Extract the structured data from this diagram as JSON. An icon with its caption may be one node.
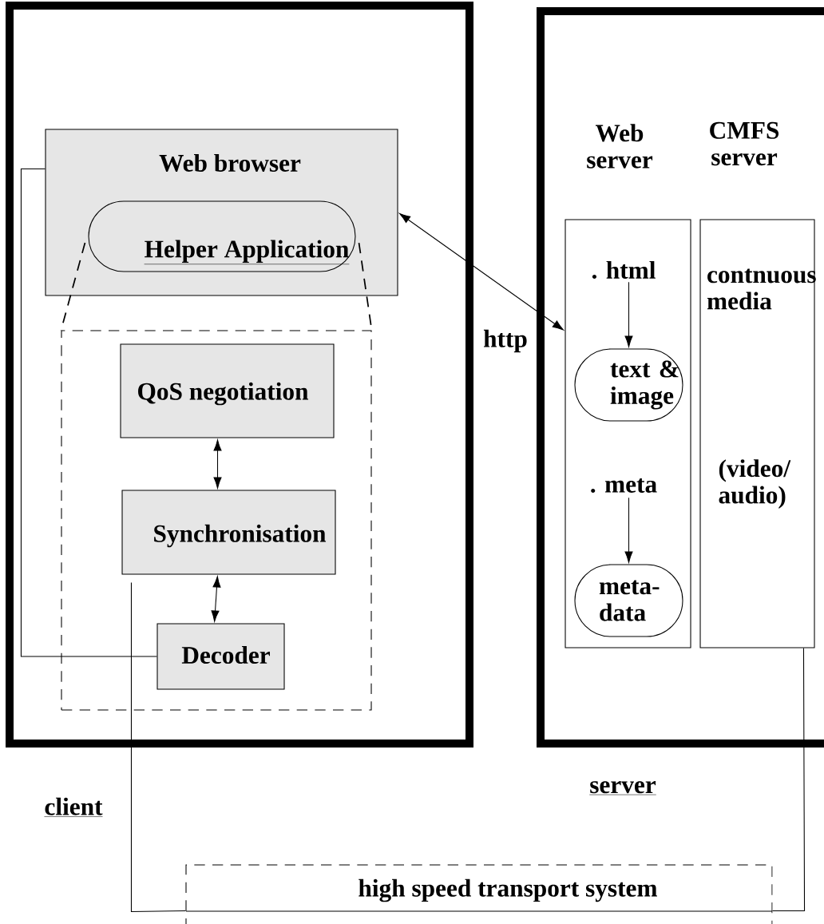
{
  "diagram": {
    "nodes": [
      {
        "text": [
          "client"
        ]
      },
      {
        "text": [
          "Web browser"
        ],
        "in": 0
      },
      {
        "text": [
          "Helper Application"
        ],
        "in": 1
      },
      {
        "text": [],
        "shape": "box",
        "in": 0
      },
      {
        "text": [
          "QoS negotiation"
        ],
        "in": 3
      },
      {
        "text": [
          "Synchronisation"
        ],
        "in": 3
      },
      {
        "text": [
          "Decoder"
        ],
        "in": 3
      },
      {
        "text": [
          "server"
        ]
      },
      {
        "text": [
          "Web server"
        ],
        "in": 7
      },
      {
        "text": [
          "CMFS server",
          "contnuous media",
          "(video/ audio)"
        ],
        "in": 7
      },
      {
        "text": [
          "text & image"
        ],
        "in": 8
      },
      {
        "text": [
          "meta- data"
        ],
        "in": 8
      },
      {
        "text": [
          "high speed transport system"
        ]
      },
      {
        "text": [
          ". html"
        ],
        "in": 8
      },
      {
        "text": [
          ". meta"
        ],
        "in": 8
      }
    ],
    "edges": [
      {
        "from": 1,
        "to": 8,
        "arrow": "both",
        "label": "http"
      },
      {
        "from": 4,
        "to": 5,
        "arrow": "both"
      },
      {
        "from": 5,
        "to": 6,
        "arrow": "both"
      },
      {
        "from": 13,
        "to": 10,
        "arrow": "to"
      },
      {
        "from": 14,
        "to": 11,
        "arrow": "to"
      },
      {
        "from": 6,
        "to": 1,
        "arrow": "none"
      },
      {
        "from": 5,
        "to": 12,
        "arrow": "none"
      },
      {
        "from": 12,
        "to": 9,
        "arrow": "none"
      },
      {
        "from": 2,
        "to": 3,
        "arrow": "none",
        "style": "dashed"
      },
      {
        "from": 2,
        "to": 3,
        "arrow": "none",
        "style": "dashed"
      }
    ]
  }
}
